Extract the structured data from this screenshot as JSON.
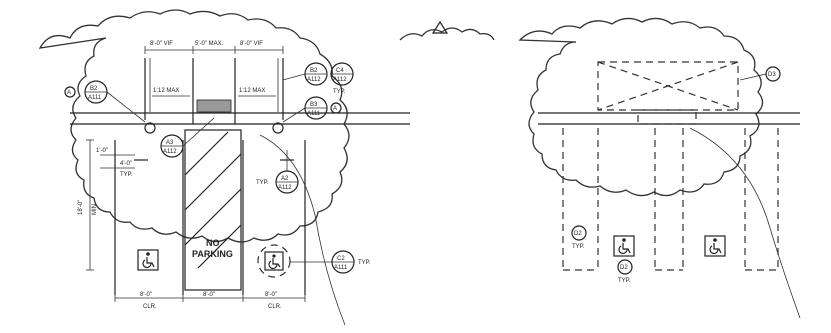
{
  "left_plan": {
    "dimensions_top": [
      "8'-0\" VIF",
      "5'-0\" MAX.",
      "8'-0\" VIF"
    ],
    "slope_labels": [
      "1:12 MAX",
      "1:12 MAX"
    ],
    "callouts": [
      {
        "id": "B2",
        "sheet": "A111",
        "prefix": "A"
      },
      {
        "id": "B2",
        "sheet": "A112"
      },
      {
        "id": "C4",
        "sheet": "A112",
        "suffix": "TYP."
      },
      {
        "id": "B3",
        "sheet": "A111",
        "suffix": "A"
      },
      {
        "id": "A3",
        "sheet": "A112"
      },
      {
        "id": "A2",
        "sheet": "A112",
        "prefix": "TYP."
      },
      {
        "id": "C2",
        "sheet": "A111",
        "suffix": "TYP."
      }
    ],
    "dims_left": [
      "1'-0\"",
      "4'-0\"",
      "TYP.",
      "18'-0\"",
      "MIN."
    ],
    "aisle_label_1": "NO",
    "aisle_label_2": "PARKING",
    "dims_bottom": [
      {
        "value": "8'-0\"",
        "note": "CLR."
      },
      {
        "value": "8'-0\"",
        "note": ""
      },
      {
        "value": "8'-0\"",
        "note": "CLR."
      }
    ]
  },
  "right_plan": {
    "tag_top": "D3",
    "tag_left": "D2",
    "tag_left_note": "TYP.",
    "tag_bottom": "D2",
    "tag_bottom_note": "TYP."
  }
}
